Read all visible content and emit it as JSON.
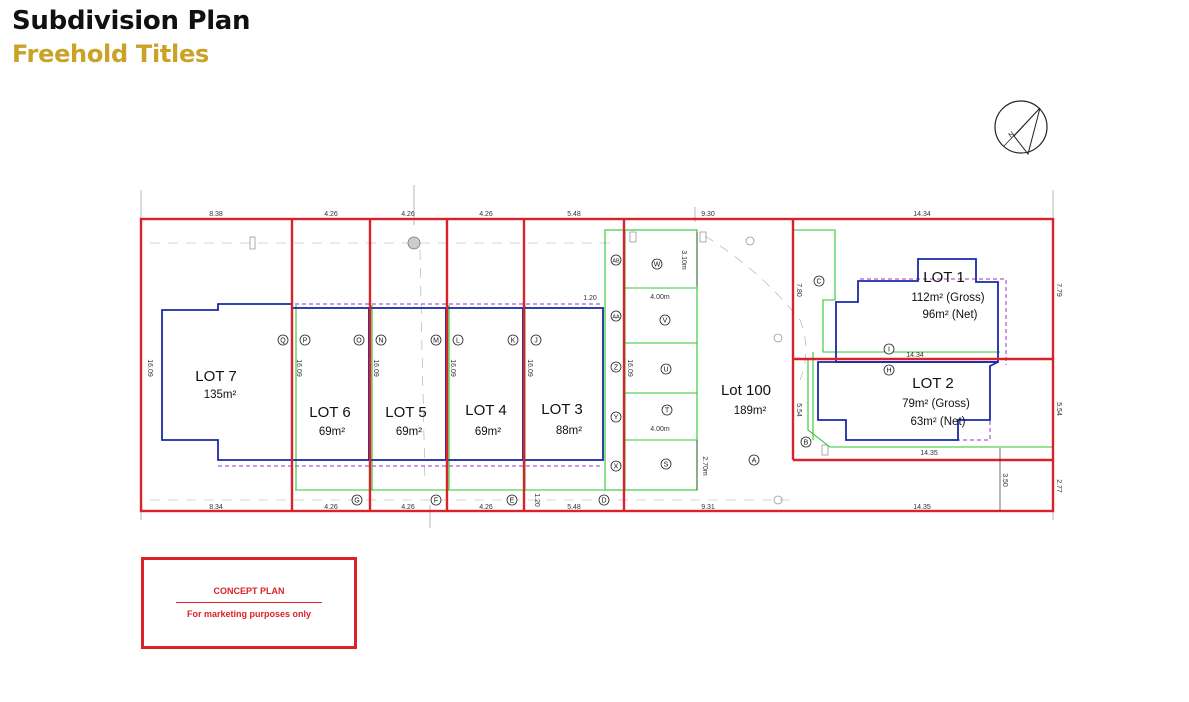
{
  "header": {
    "title": "Subdivision Plan",
    "subtitle": "Freehold Titles"
  },
  "colors": {
    "boundary": "#d9222a",
    "building": "#1a2aa8",
    "easement": "#2ec52e",
    "eaves": "#9b30c9",
    "title_accent": "#c9a227"
  },
  "icons": {
    "north": "compass-north-arrow",
    "north_label": "N"
  },
  "lots": [
    {
      "id": "lot7",
      "label": "LOT 7",
      "area": "135m²"
    },
    {
      "id": "lot6",
      "label": "LOT 6",
      "area": "69m²"
    },
    {
      "id": "lot5",
      "label": "LOT 5",
      "area": "69m²"
    },
    {
      "id": "lot4",
      "label": "LOT 4",
      "area": "69m²"
    },
    {
      "id": "lot3",
      "label": "LOT 3",
      "area": "88m²"
    },
    {
      "id": "lot100",
      "label": "Lot 100",
      "area": "189m²"
    },
    {
      "id": "lot1",
      "label": "LOT 1",
      "gross": "112m² (Gross)",
      "net": "96m² (Net)"
    },
    {
      "id": "lot2",
      "label": "LOT 2",
      "gross": "79m² (Gross)",
      "net": "63m² (Net)"
    }
  ],
  "dimensions": {
    "top": [
      "8.38",
      "4.26",
      "4.26",
      "4.26",
      "5.48",
      "9.30",
      "14.34"
    ],
    "bottom": [
      "8.34",
      "4.26",
      "4.26",
      "4.26",
      "5.48",
      "9.31",
      "14.35"
    ],
    "left": "16.09",
    "right_top": "7.79",
    "right_mid": "5.54",
    "right_bot": "2.77",
    "lot_depth": "16.09",
    "lot1_side": "7.80",
    "lot2_side": "5.54",
    "lot1_bottom": "14.34",
    "lot2_bottom": "14.35",
    "access_width": "3.50",
    "parking_width": "4.00m",
    "parking_depth_top": "3.10m",
    "parking_depth_bot": "2.70m",
    "offset_top": "1.20",
    "offset_bottom": "1.20"
  },
  "markers": [
    "A",
    "B",
    "C",
    "D",
    "E",
    "F",
    "G",
    "H",
    "I",
    "J",
    "K",
    "L",
    "M",
    "N",
    "O",
    "P",
    "Q",
    "S",
    "T",
    "U",
    "V",
    "W",
    "X",
    "Y",
    "Z",
    "AA",
    "AB"
  ],
  "concept": {
    "heading": "CONCEPT PLAN",
    "note": "For marketing purposes only"
  }
}
